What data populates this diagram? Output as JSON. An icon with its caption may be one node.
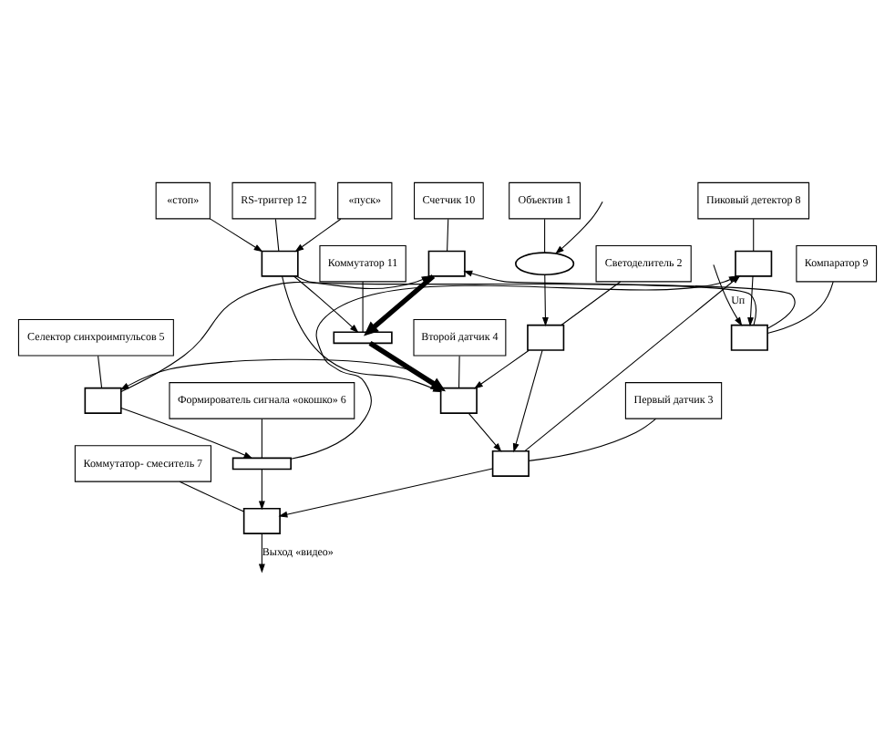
{
  "diagram": {
    "nodes": [
      {
        "text": [
          "RS-триггер 12"
        ]
      },
      {
        "text": [
          "Коммутатор 11"
        ]
      },
      {
        "text": [
          "Счетчик 10"
        ]
      },
      {
        "text": [
          "Пиковый детектор 8"
        ]
      },
      {
        "text": [
          "Компаратор 9"
        ]
      },
      {
        "text": [
          "Селектор синхроимпульсов 5"
        ]
      },
      {
        "text": [
          "Формирователь сигнала «окошко» 6"
        ]
      },
      {
        "text": [
          "Коммутатор- смеситель 7"
        ]
      },
      {
        "text": [
          "Второй датчик 4"
        ]
      },
      {
        "text": [
          "Первый датчик 3"
        ]
      },
      {
        "text": [
          "Светоделитель 2"
        ]
      },
      {
        "text": [
          "Объектив 1"
        ]
      },
      {
        "text": [],
        "shape": "box"
      },
      {
        "text": [],
        "shape": "box"
      },
      {
        "text": [],
        "shape": "bar"
      },
      {
        "text": [],
        "shape": "box"
      },
      {
        "text": [],
        "shape": "box"
      },
      {
        "text": [],
        "shape": "box"
      },
      {
        "text": [],
        "shape": "bar"
      },
      {
        "text": [],
        "shape": "box"
      },
      {
        "text": [],
        "shape": "box"
      },
      {
        "text": [],
        "shape": "box"
      },
      {
        "text": [],
        "shape": "box"
      },
      {
        "text": [],
        "shape": "ellipse"
      },
      {
        "text": [
          "«пуск»"
        ]
      },
      {
        "text": [
          "«стоп»"
        ]
      }
    ],
    "edges": [
      {
        "from": 24,
        "to": 12,
        "arrow": "to"
      },
      {
        "from": 25,
        "to": 12,
        "arrow": "to"
      },
      {
        "from": 16,
        "to": 12,
        "arrow": "none"
      },
      {
        "from": 16,
        "to": 13,
        "arrow": "to"
      },
      {
        "from": 12,
        "to": 14,
        "arrow": "to"
      },
      {
        "from": 12,
        "to": 20,
        "arrow": "to"
      },
      {
        "from": 13,
        "to": 14,
        "arrow": "to",
        "style": "thick"
      },
      {
        "from": 14,
        "to": 20,
        "arrow": "to",
        "style": "thick"
      },
      {
        "from": 20,
        "to": 17,
        "arrow": "to"
      },
      {
        "from": 20,
        "to": 21,
        "arrow": "to"
      },
      {
        "from": 21,
        "to": 19,
        "arrow": "to"
      },
      {
        "from": 17,
        "to": 18,
        "arrow": "to"
      },
      {
        "from": 18,
        "to": 19,
        "arrow": "to"
      },
      {
        "from": 17,
        "to": 13,
        "arrow": "to"
      },
      {
        "from": 18,
        "to": 15,
        "arrow": "to"
      },
      {
        "from": 21,
        "to": 15,
        "arrow": "to"
      },
      {
        "from": 15,
        "to": 16,
        "arrow": "to"
      },
      {
        "from": null,
        "to": 16,
        "arrow": "to",
        "label": "Uп"
      },
      {
        "from": 19,
        "to": null,
        "arrow": "to",
        "label": "Выход «видео»"
      },
      {
        "from": 22,
        "to": 20,
        "arrow": "to"
      },
      {
        "from": 22,
        "to": 21,
        "arrow": "to"
      },
      {
        "from": 23,
        "to": 22,
        "arrow": "to"
      },
      {
        "from": null,
        "to": 23,
        "arrow": "to"
      },
      {
        "from": 0,
        "to": 12,
        "arrow": "none"
      },
      {
        "from": 1,
        "to": 14,
        "arrow": "none"
      },
      {
        "from": 2,
        "to": 13,
        "arrow": "none"
      },
      {
        "from": 3,
        "to": 15,
        "arrow": "none"
      },
      {
        "from": 4,
        "to": 16,
        "arrow": "none"
      },
      {
        "from": 5,
        "to": 17,
        "arrow": "none"
      },
      {
        "from": 6,
        "to": 18,
        "arrow": "none"
      },
      {
        "from": 7,
        "to": 19,
        "arrow": "none"
      },
      {
        "from": 8,
        "to": 20,
        "arrow": "none"
      },
      {
        "from": 9,
        "to": 21,
        "arrow": "none"
      },
      {
        "from": 10,
        "to": 22,
        "arrow": "none"
      },
      {
        "from": 11,
        "to": 23,
        "arrow": "none"
      }
    ]
  }
}
